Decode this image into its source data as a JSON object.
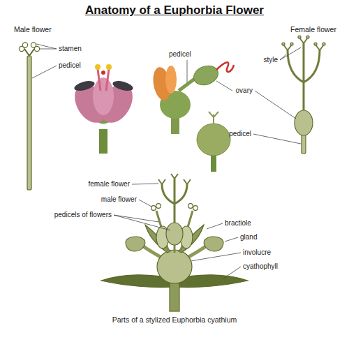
{
  "diagram": {
    "title": "Anatomy of a Euphorbia Flower",
    "caption": "Parts of a stylized Euphorbia cyathium",
    "labels": [
      "Male flower",
      "stamen",
      "pedicel",
      "pedicel",
      "style",
      "Female flower",
      "ovary",
      "pedicel",
      "female flower",
      "male flower",
      "pedicels of flowers",
      "bractiole",
      "gland",
      "involucre",
      "cyathophyll"
    ]
  }
}
